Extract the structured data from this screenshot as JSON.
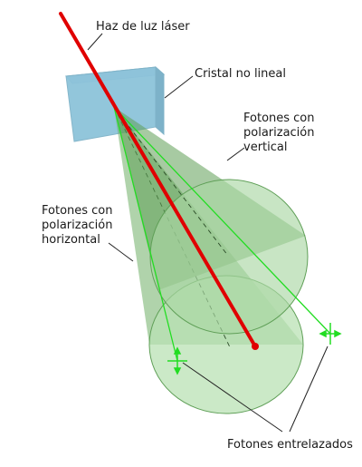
{
  "labels": {
    "laser_beam": "Haz de luz láser",
    "crystal": "Cristal no lineal",
    "vertical_photons": [
      "Fotones con",
      "polarización",
      "vertical"
    ],
    "horizontal_photons": [
      "Fotones con",
      "polarización",
      "horizontal"
    ],
    "entangled_photons": "Fotones entrelazados"
  },
  "colors": {
    "laser": "#e00000",
    "crystal": "#8dc3da",
    "cone_fill": "#8fcf8a",
    "cone_edge": "#3a7a32",
    "bright_green": "#22dd22",
    "leader": "#222222"
  }
}
